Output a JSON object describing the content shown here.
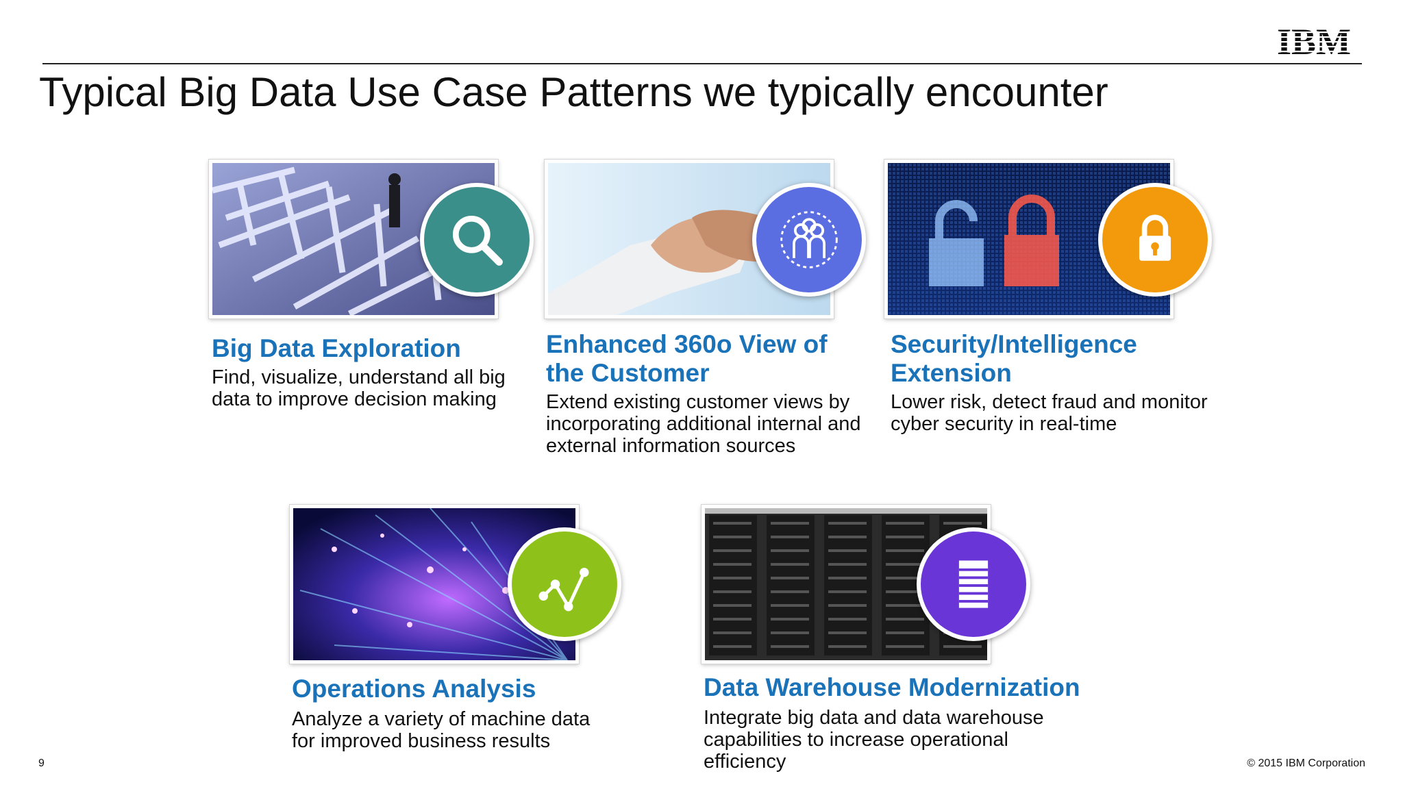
{
  "header": {
    "title": "Typical Big Data Use Case Patterns we typically encounter",
    "logo_text": "IBM"
  },
  "cards": [
    {
      "title": "Big Data Exploration",
      "desc": "Find, visualize, understand all big data to improve decision making",
      "icon": "magnifier-icon",
      "color": "#3a8f8a"
    },
    {
      "title": "Enhanced 360o View of the Customer",
      "desc": "Extend existing customer views by incorporating additional internal and external information sources",
      "icon": "customer-group-icon",
      "color": "#5b6ee1"
    },
    {
      "title": "Security/Intelligence Extension",
      "desc": "Lower risk, detect fraud and monitor cyber security in real-time",
      "icon": "padlock-icon",
      "color": "#f39a0c"
    },
    {
      "title": "Operations Analysis",
      "desc": "Analyze a variety of machine data for improved business results",
      "icon": "line-graph-icon",
      "color": "#8ec21a"
    },
    {
      "title": "Data Warehouse Modernization",
      "desc": "Integrate big data and data warehouse capabilities to increase operational efficiency",
      "icon": "database-server-icon",
      "color": "#6a35d6"
    }
  ],
  "footer": {
    "page_number": "9",
    "copyright": "© 2015 IBM Corporation"
  }
}
